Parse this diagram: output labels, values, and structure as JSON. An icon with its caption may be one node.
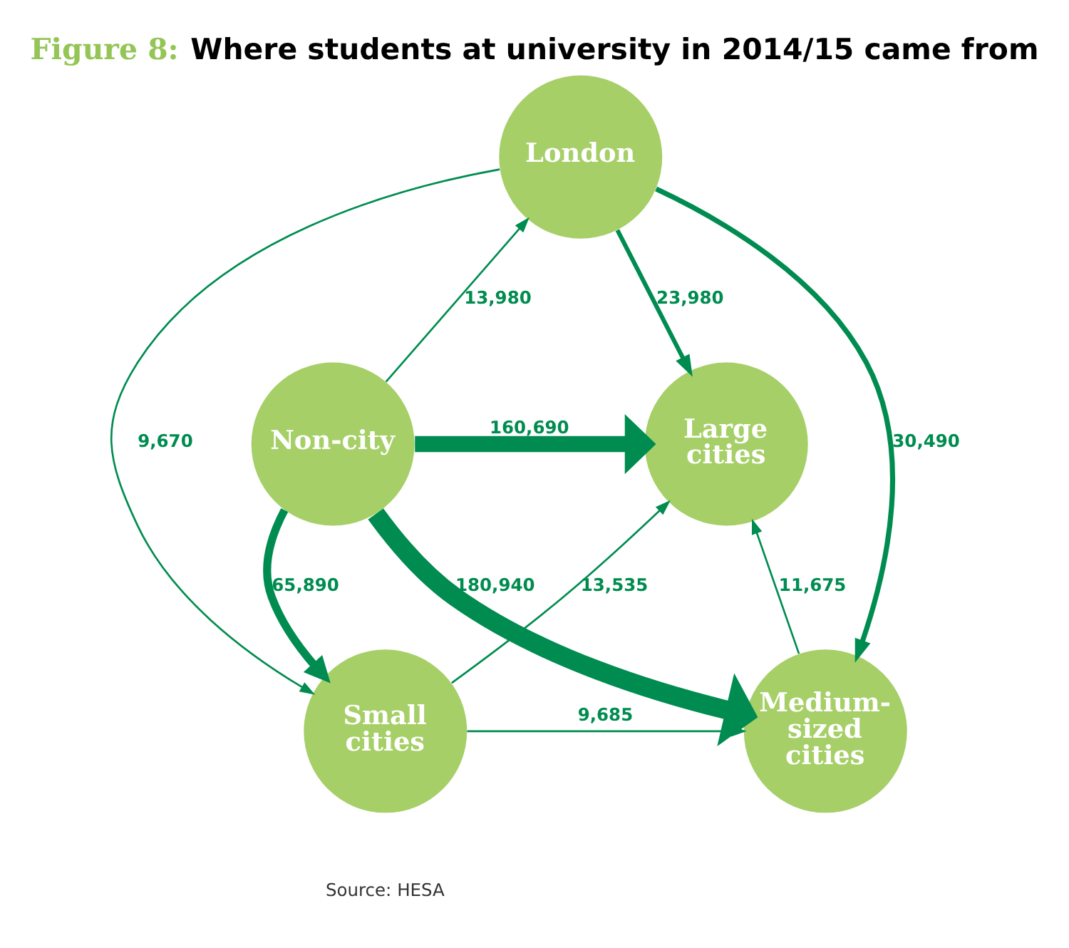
{
  "diagram": {
    "title": "Figure 8: Where students at university in 2014/15 came from",
    "caption": "Source: HESA",
    "nodes": [
      {
        "text": [
          "London"
        ]
      },
      {
        "text": [
          "Non-city"
        ]
      },
      {
        "text": [
          "Large cities"
        ]
      },
      {
        "text": [
          "Small cities"
        ]
      },
      {
        "text": [
          "Medium-sized cities"
        ]
      }
    ],
    "edges": [
      {
        "from": 1,
        "to": 0,
        "arrow": "to",
        "label": "13,980"
      },
      {
        "from": 0,
        "to": 2,
        "arrow": "to",
        "label": "23,980",
        "style": "thick"
      },
      {
        "from": 0,
        "to": 3,
        "arrow": "to",
        "label": "9,670"
      },
      {
        "from": 0,
        "to": 4,
        "arrow": "to",
        "label": "30,490",
        "style": "thick"
      },
      {
        "from": 1,
        "to": 2,
        "arrow": "to",
        "label": "160,690",
        "style": "thick"
      },
      {
        "from": 1,
        "to": 4,
        "arrow": "to",
        "label": "180,940",
        "style": "thick"
      },
      {
        "from": 1,
        "to": 3,
        "arrow": "to",
        "label": "65,890",
        "style": "thick"
      },
      {
        "from": 3,
        "to": 2,
        "arrow": "to",
        "label": "13,535"
      },
      {
        "from": 3,
        "to": 4,
        "arrow": "to",
        "label": "9,685"
      },
      {
        "from": 4,
        "to": 2,
        "arrow": "to",
        "label": "11,675"
      }
    ]
  }
}
